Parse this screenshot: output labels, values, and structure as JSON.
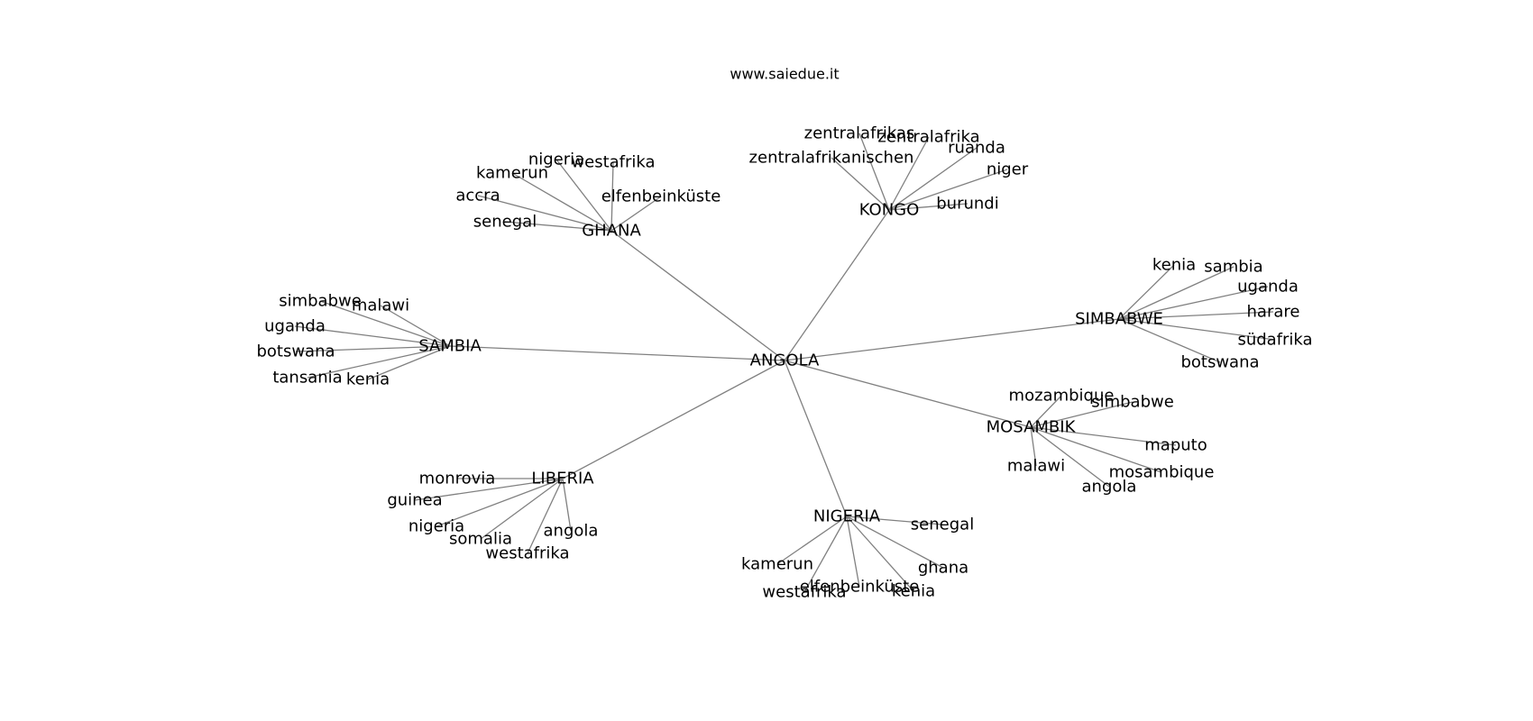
{
  "site_label": "www.saiedue.it",
  "colors": {
    "edge": "#808080",
    "text": "#000000",
    "background": "#ffffff"
  },
  "root": "ANGOLA",
  "hubs": [
    {
      "id": "ghana",
      "label": "GHANA",
      "leaves": [
        "senegal",
        "accra",
        "kamerun",
        "nigeria",
        "westafrika",
        "elfenbeinküste"
      ]
    },
    {
      "id": "kongo",
      "label": "KONGO",
      "leaves": [
        "zentralafrikanischen",
        "zentralafrikas",
        "zentralafrika",
        "ruanda",
        "niger",
        "burundi"
      ]
    },
    {
      "id": "simbabwe",
      "label": "SIMBABWE",
      "leaves": [
        "kenia",
        "sambia",
        "uganda",
        "harare",
        "südafrika",
        "botswana"
      ]
    },
    {
      "id": "sambia",
      "label": "SAMBIA",
      "leaves": [
        "simbabwe",
        "malawi",
        "uganda",
        "botswana",
        "tansania",
        "kenia"
      ]
    },
    {
      "id": "mosambik",
      "label": "MOSAMBIK",
      "leaves": [
        "mozambique",
        "simbabwe",
        "maputo",
        "mosambique",
        "angola",
        "malawi"
      ]
    },
    {
      "id": "liberia",
      "label": "LIBERIA",
      "leaves": [
        "monrovia",
        "guinea",
        "nigeria",
        "somalia",
        "westafrika",
        "angola"
      ]
    },
    {
      "id": "nigeria",
      "label": "NIGERIA",
      "leaves": [
        "senegal",
        "ghana",
        "kenia",
        "elfenbeinküste",
        "westafrika",
        "kamerun"
      ]
    }
  ]
}
